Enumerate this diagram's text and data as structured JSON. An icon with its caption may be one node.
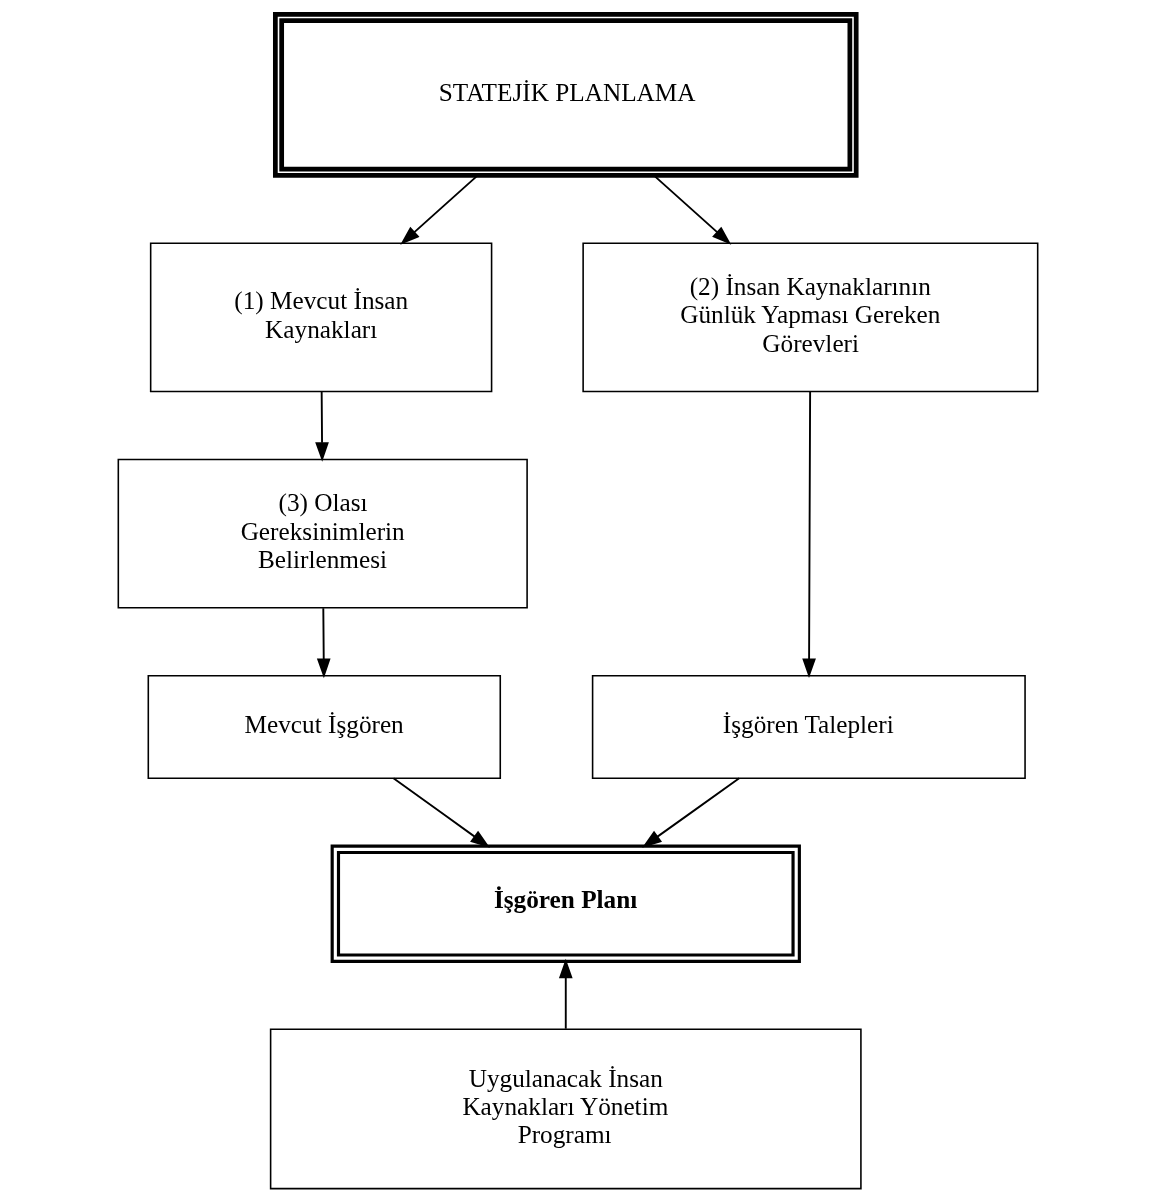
{
  "diagram": {
    "nodes": [
      {
        "text": [
          "STATEJİK PLANLAMA"
        ]
      },
      {
        "text": [
          "(1) Mevcut İnsan Kaynakları"
        ]
      },
      {
        "text": [
          "(2) İnsan Kaynaklarının Günlük Yapması Gereken Görevleri"
        ]
      },
      {
        "text": [
          "(3) Olası Gereksinimlerin Belirlenmesi"
        ]
      },
      {
        "text": [
          "İşgören Talepleri"
        ]
      },
      {
        "text": [
          "Mevcut İşgören"
        ]
      },
      {
        "text": [
          "İşgören Planı"
        ]
      },
      {
        "text": [
          "Uygulanacak İnsan Kaynakları Yönetim Programı"
        ]
      }
    ],
    "edges": [
      {
        "from": 0,
        "to": 1,
        "arrow": "to"
      },
      {
        "from": 0,
        "to": 2,
        "arrow": "to"
      },
      {
        "from": 1,
        "to": 3,
        "arrow": "to"
      },
      {
        "from": 3,
        "to": 5,
        "arrow": "to"
      },
      {
        "from": 2,
        "to": 4,
        "arrow": "to"
      },
      {
        "from": 5,
        "to": 6,
        "arrow": "to"
      },
      {
        "from": 4,
        "to": 6,
        "arrow": "to"
      },
      {
        "from": 7,
        "to": 6,
        "arrow": "to"
      }
    ]
  }
}
